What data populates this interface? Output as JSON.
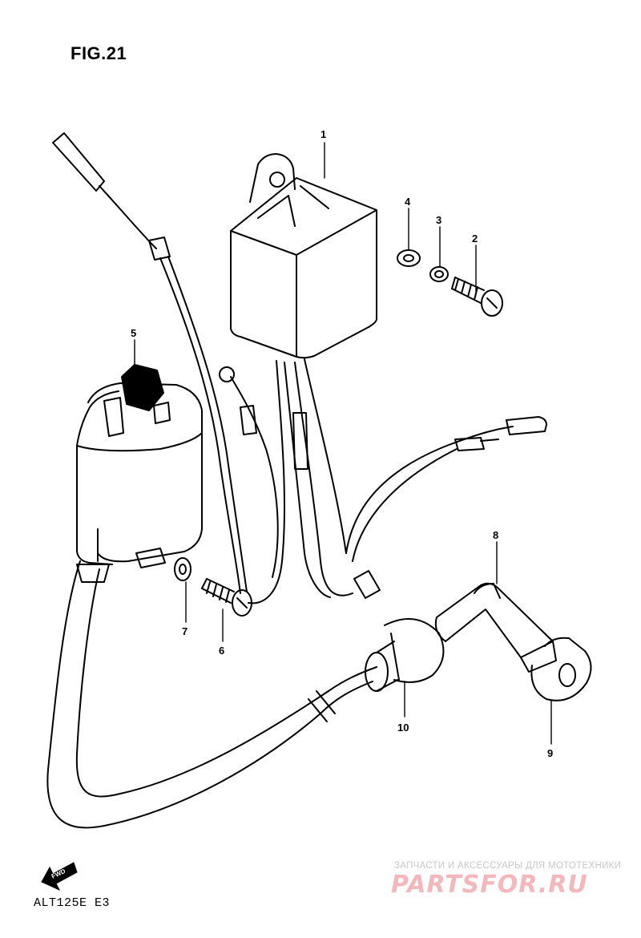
{
  "figure": {
    "title": "FIG.21",
    "model": "ALT125E E3",
    "direction_label": "FWD"
  },
  "watermark": {
    "caption": "ЗАПЧАСТИ И АКСЕССУАРЫ ДЛЯ МОТОТЕХНИКИ",
    "logo": "PARTSFOR.RU"
  },
  "callouts": [
    {
      "number": "1"
    },
    {
      "number": "2"
    },
    {
      "number": "3"
    },
    {
      "number": "4"
    },
    {
      "number": "5"
    },
    {
      "number": "6"
    },
    {
      "number": "7"
    },
    {
      "number": "8"
    },
    {
      "number": "9"
    },
    {
      "number": "10"
    }
  ],
  "colors": {
    "ink": "#000000",
    "paper": "#ffffff",
    "watermark_text": "#c7c7c7",
    "watermark_logo": "#f2b8bc"
  }
}
